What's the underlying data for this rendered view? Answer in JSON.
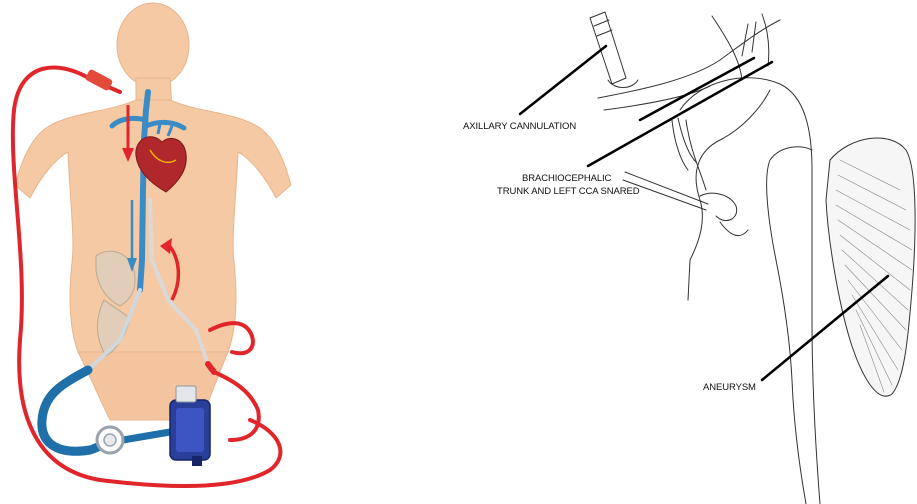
{
  "panels": {
    "left": {
      "subject": "ecmo-circuit-illustration",
      "colors": {
        "skin": "#f5c9a3",
        "arterial": "#e0262b",
        "venous": "#3a8cc7",
        "cannula": "#d9d9d9",
        "pump": "#2a3f9a"
      },
      "icons": [
        "heart-icon",
        "pump-icon",
        "oxygenator-icon",
        "arrow-down-icon",
        "arrow-up-icon"
      ]
    },
    "right": {
      "subject": "aortic-line-drawing",
      "labels": {
        "axillary": "AXILLARY CANNULATION",
        "brachio_line1": "BRACHIOCEPHALIC",
        "brachio_line2": "TRUNK AND LEFT CCA SNARED",
        "aneurysm": "ANEURYSM"
      }
    }
  }
}
